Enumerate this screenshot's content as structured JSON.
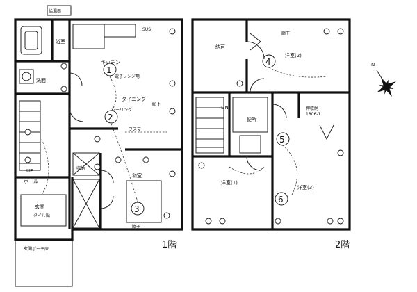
{
  "floor1": {
    "label": "1階",
    "rooms": {
      "bath": "浴室",
      "washroom": "洗面",
      "ldk_dining": "ダイニング",
      "ldk_kitchen": "キッチン",
      "hall": "ホール",
      "hall_up": "UP",
      "corridor": "廊下",
      "entrance": "玄関",
      "entrance_floor": "タイル貼",
      "porch": "玄関ポーチ床",
      "japanese_room": "和室",
      "fusuma": "フスマ",
      "shoji": "障子",
      "storage": "収納"
    },
    "notes": {
      "range_hood": "電子レンジ用",
      "ceiling": "シーリング",
      "sus": "SUS",
      "hot_water": "給湯器"
    },
    "markers": [
      "1",
      "2",
      "3"
    ]
  },
  "floor2": {
    "label": "2階",
    "rooms": {
      "closet": "納戸",
      "western2": "洋室(2)",
      "western1": "洋室(1)",
      "western3": "洋室(3)",
      "corridor": "廊下",
      "dn": "DN",
      "toilet": "便所",
      "storage": "押収納"
    },
    "notes": {
      "code": "1806-1"
    },
    "markers": [
      "4",
      "5",
      "6"
    ]
  },
  "compass": {
    "label": "N"
  }
}
